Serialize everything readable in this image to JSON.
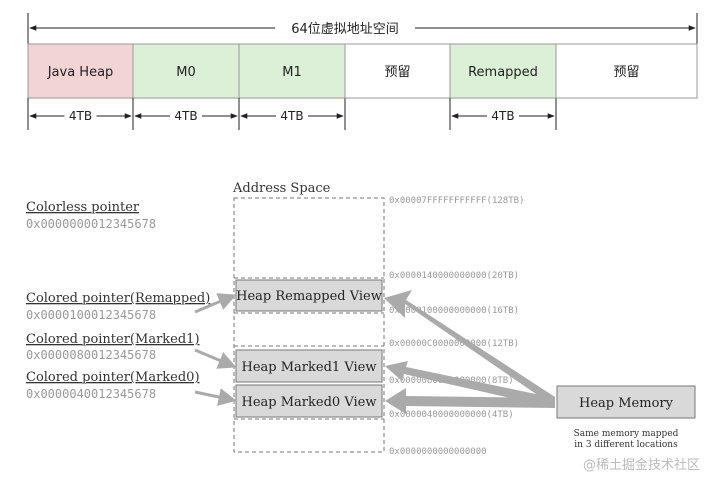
{
  "top_diagram": {
    "title": "64位虚拟地址空间",
    "segments": [
      {
        "label": "Java Heap",
        "fill": "#f2d4d4",
        "size": "4TB"
      },
      {
        "label": "M0",
        "fill": "#dcefd7",
        "size": "4TB"
      },
      {
        "label": "M1",
        "fill": "#dcefd7",
        "size": "4TB"
      },
      {
        "label": "预留",
        "fill": "#ffffff",
        "size": ""
      },
      {
        "label": "Remapped",
        "fill": "#dcefd7",
        "size": "4TB"
      },
      {
        "label": "预留",
        "fill": "#ffffff",
        "size": ""
      }
    ]
  },
  "bottom_diagram": {
    "address_space_title": "Address Space",
    "pointers": [
      {
        "label": "Colorless pointer",
        "value": "0x0000000012345678"
      },
      {
        "label": "Colored pointer(Remapped)",
        "value": "0x0000100012345678"
      },
      {
        "label": "Colored pointer(Marked1)",
        "value": "0x0000080012345678"
      },
      {
        "label": "Colored pointer(Marked0)",
        "value": "0x0000040012345678"
      }
    ],
    "views": [
      "Heap Remapped View",
      "Heap Marked1 View",
      "Heap Marked0 View"
    ],
    "addresses": [
      "0x00007FFFFFFFFFFF(128TB)",
      "0x0000140000000000(20TB)",
      "0x0000100000000000(16TB)",
      "0x00000C0000000000(12TB)",
      "0x0000080000000000(8TB)",
      "0x0000040000000000(4TB)",
      "0x0000000000000000"
    ],
    "heap_memory": {
      "label": "Heap Memory",
      "note_line1": "Same memory mapped",
      "note_line2": "in 3 different locations"
    }
  },
  "watermark": "@稀土掘金技术社区",
  "colors": {
    "box_gray": "#d9d9d9",
    "arrow_gray": "#aaaaaa",
    "dashed": "#777777",
    "mono_text": "#999999"
  }
}
